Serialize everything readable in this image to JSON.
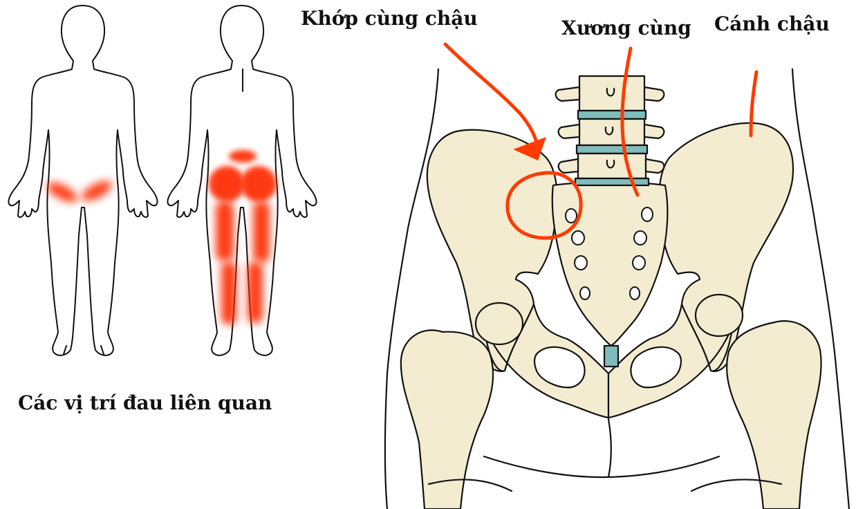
{
  "labels": {
    "sacroiliac_joint": "Khớp cùng chậu",
    "sacrum": "Xương cùng",
    "ilium": "Cánh chậu",
    "referred_pain": "Các vị trí đau liên quan"
  },
  "colors": {
    "pain": "#ff2a00",
    "annotation": "#ff3b00",
    "bone": "#f3ecd0",
    "disc": "#7fbcbc",
    "outline": "#111111"
  }
}
